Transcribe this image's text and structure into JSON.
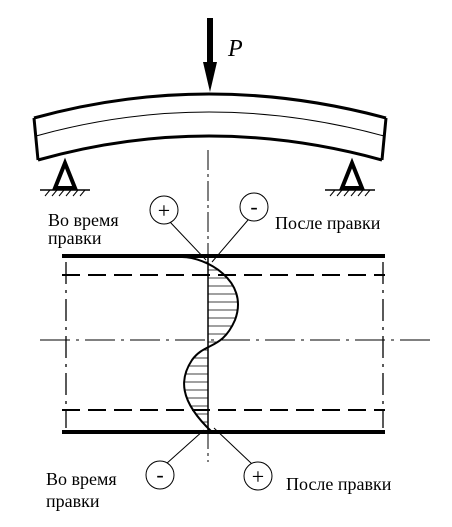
{
  "force_label": "P",
  "labels": {
    "top_left": [
      "Во время",
      "правки"
    ],
    "top_right": "После правки",
    "bottom_left": [
      "Во время",
      "правки"
    ],
    "bottom_right": "После правки"
  },
  "signs": {
    "top_left": "+",
    "top_right": "-",
    "bottom_left": "-",
    "bottom_right": "+"
  }
}
